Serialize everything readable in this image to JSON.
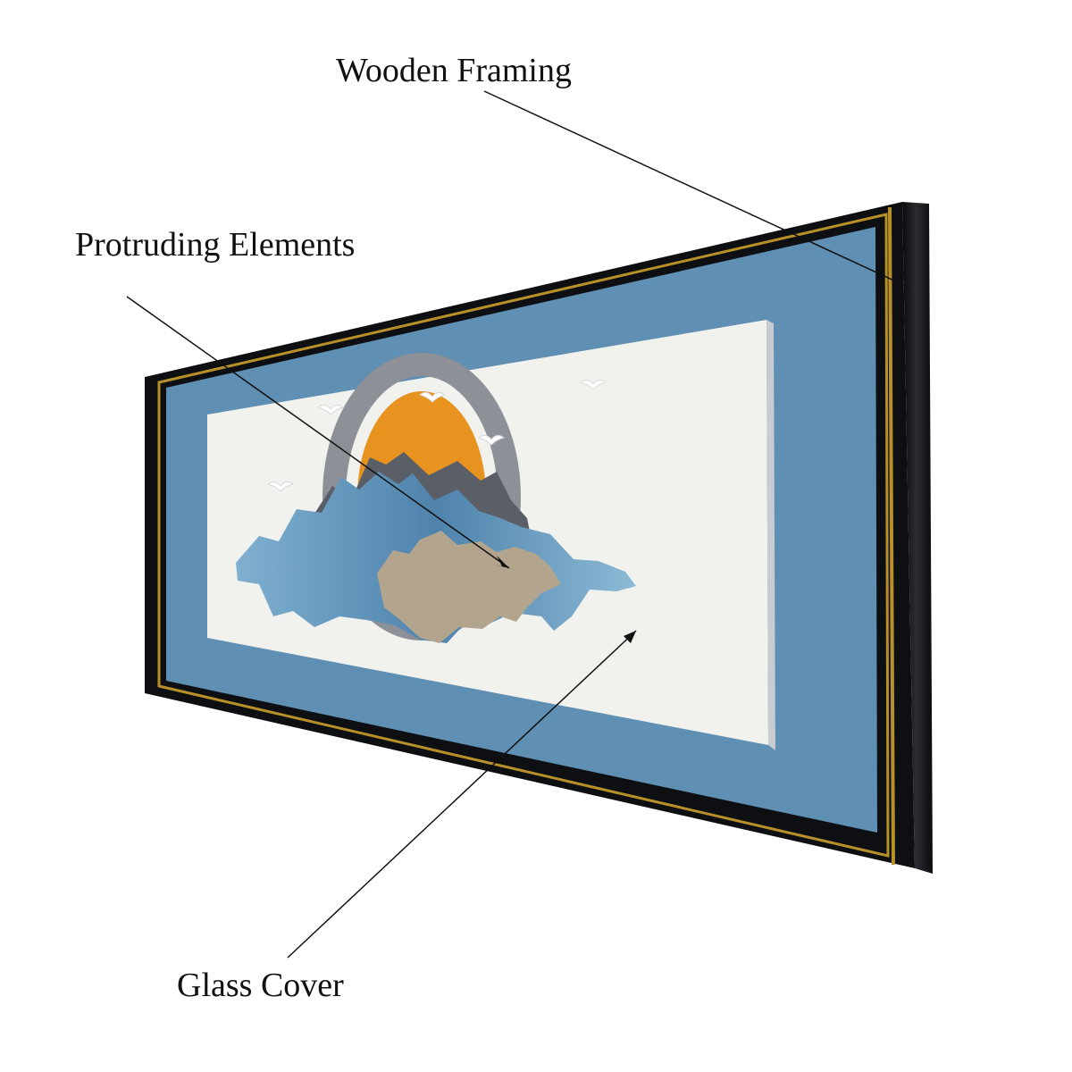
{
  "callouts": {
    "wooden_framing": "Wooden Framing",
    "protruding_elements": "Protruding Elements",
    "glass_cover": "Glass Cover"
  },
  "colors": {
    "frame": "#0d0f12",
    "frame_side": "#16181c",
    "gold_trim": "#b8902a",
    "mat_blue": "#5f8fb3",
    "canvas": "#f1f1ee",
    "ring": "#8d9096",
    "sun": "#e8931f",
    "mountain_blue": "#6b9fc2",
    "mountain_sand": "#b3a48e",
    "leader_line": "#111111"
  },
  "icons": [
    "bird-icon"
  ]
}
